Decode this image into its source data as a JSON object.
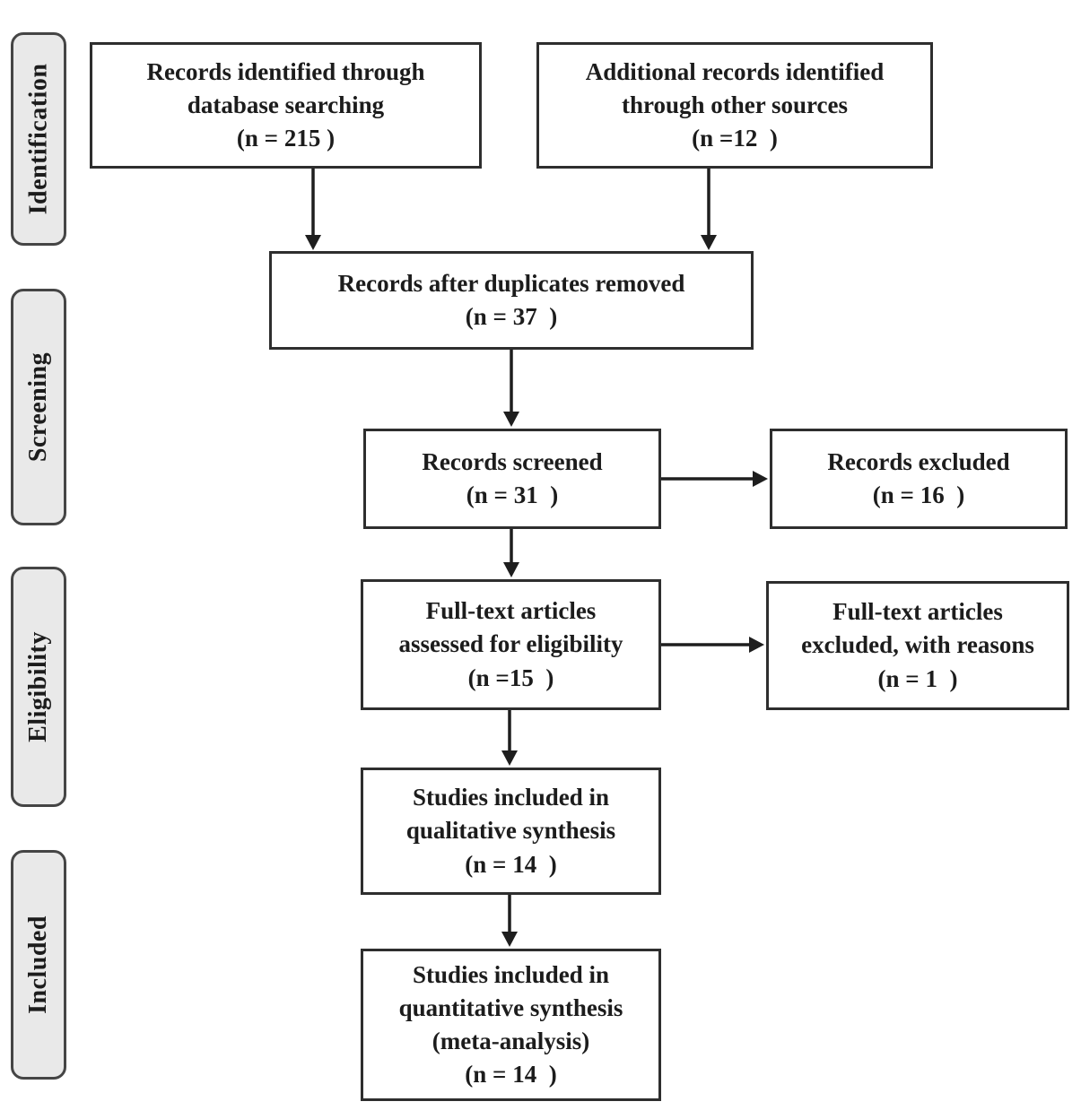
{
  "diagram_type": "PRISMA flow diagram",
  "colors": {
    "background": "#ffffff",
    "box_border": "#2e2e2e",
    "box_fill": "#ffffff",
    "stage_tab_fill": "#e9e9e9",
    "stage_tab_border": "#454545",
    "text": "#1c1c1c",
    "arrow": "#1e1e1e"
  },
  "stages": [
    {
      "label": "Identification"
    },
    {
      "label": "Screening"
    },
    {
      "label": "Eligibility"
    },
    {
      "label": "Included"
    }
  ],
  "boxes": {
    "records_identified": {
      "text": "Records identified through\ndatabase searching\n(n = 215 )",
      "count": 215
    },
    "additional_records": {
      "text": "Additional records identified\nthrough other sources\n(n =12  )",
      "count": 12
    },
    "after_duplicates": {
      "text": "Records after duplicates removed\n(n = 37  )",
      "count": 37
    },
    "records_screened": {
      "text": "Records screened\n(n = 31  )",
      "count": 31
    },
    "records_excluded": {
      "text": "Records excluded\n(n = 16  )",
      "count": 16
    },
    "fulltext_assessed": {
      "text": "Full-text articles\nassessed for eligibility\n(n =15  )",
      "count": 15
    },
    "fulltext_excluded": {
      "text": "Full-text articles\nexcluded, with reasons\n(n = 1  )",
      "count": 1
    },
    "qualitative_synthesis": {
      "text": "Studies included in\nqualitative synthesis\n(n = 14  )",
      "count": 14
    },
    "quantitative_synthesis": {
      "text": "Studies included in\nquantitative synthesis\n(meta-analysis)\n(n = 14  )",
      "count": 14
    }
  }
}
